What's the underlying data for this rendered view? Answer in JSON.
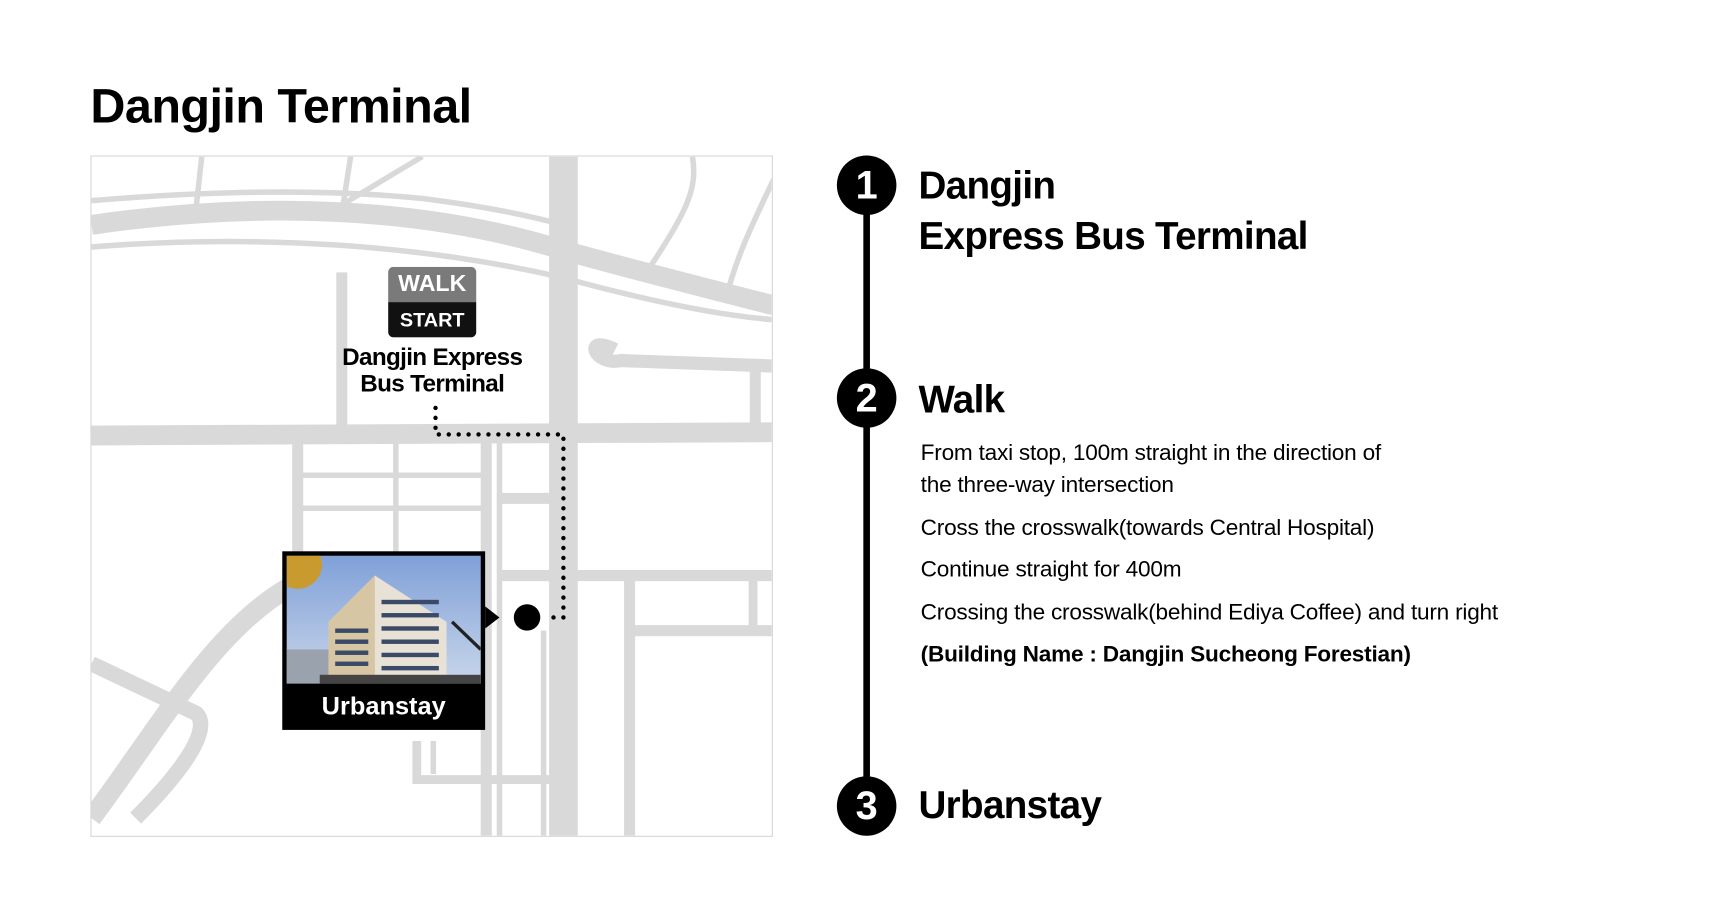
{
  "title": "Dangjin Terminal",
  "map": {
    "badge_walk": "WALK",
    "badge_start": "START",
    "start_label_line1": "Dangjin Express",
    "start_label_line2": "Bus Terminal",
    "destination_label": "Urbanstay",
    "road_color": "#d9d9d9"
  },
  "steps": [
    {
      "number": "1",
      "title_line1": "Dangjin",
      "title_line2": "Express Bus Terminal"
    },
    {
      "number": "2",
      "title": "Walk",
      "instructions": [
        "From taxi stop, 100m straight in the direction of",
        "the three-way intersection",
        "Cross the crosswalk(towards Central Hospital)",
        "Continue straight for 400m",
        "Crossing the crosswalk(behind Ediya Coffee) and turn right",
        "(Building Name : Dangjin Sucheong Forestian)"
      ]
    },
    {
      "number": "3",
      "title": "Urbanstay"
    }
  ]
}
